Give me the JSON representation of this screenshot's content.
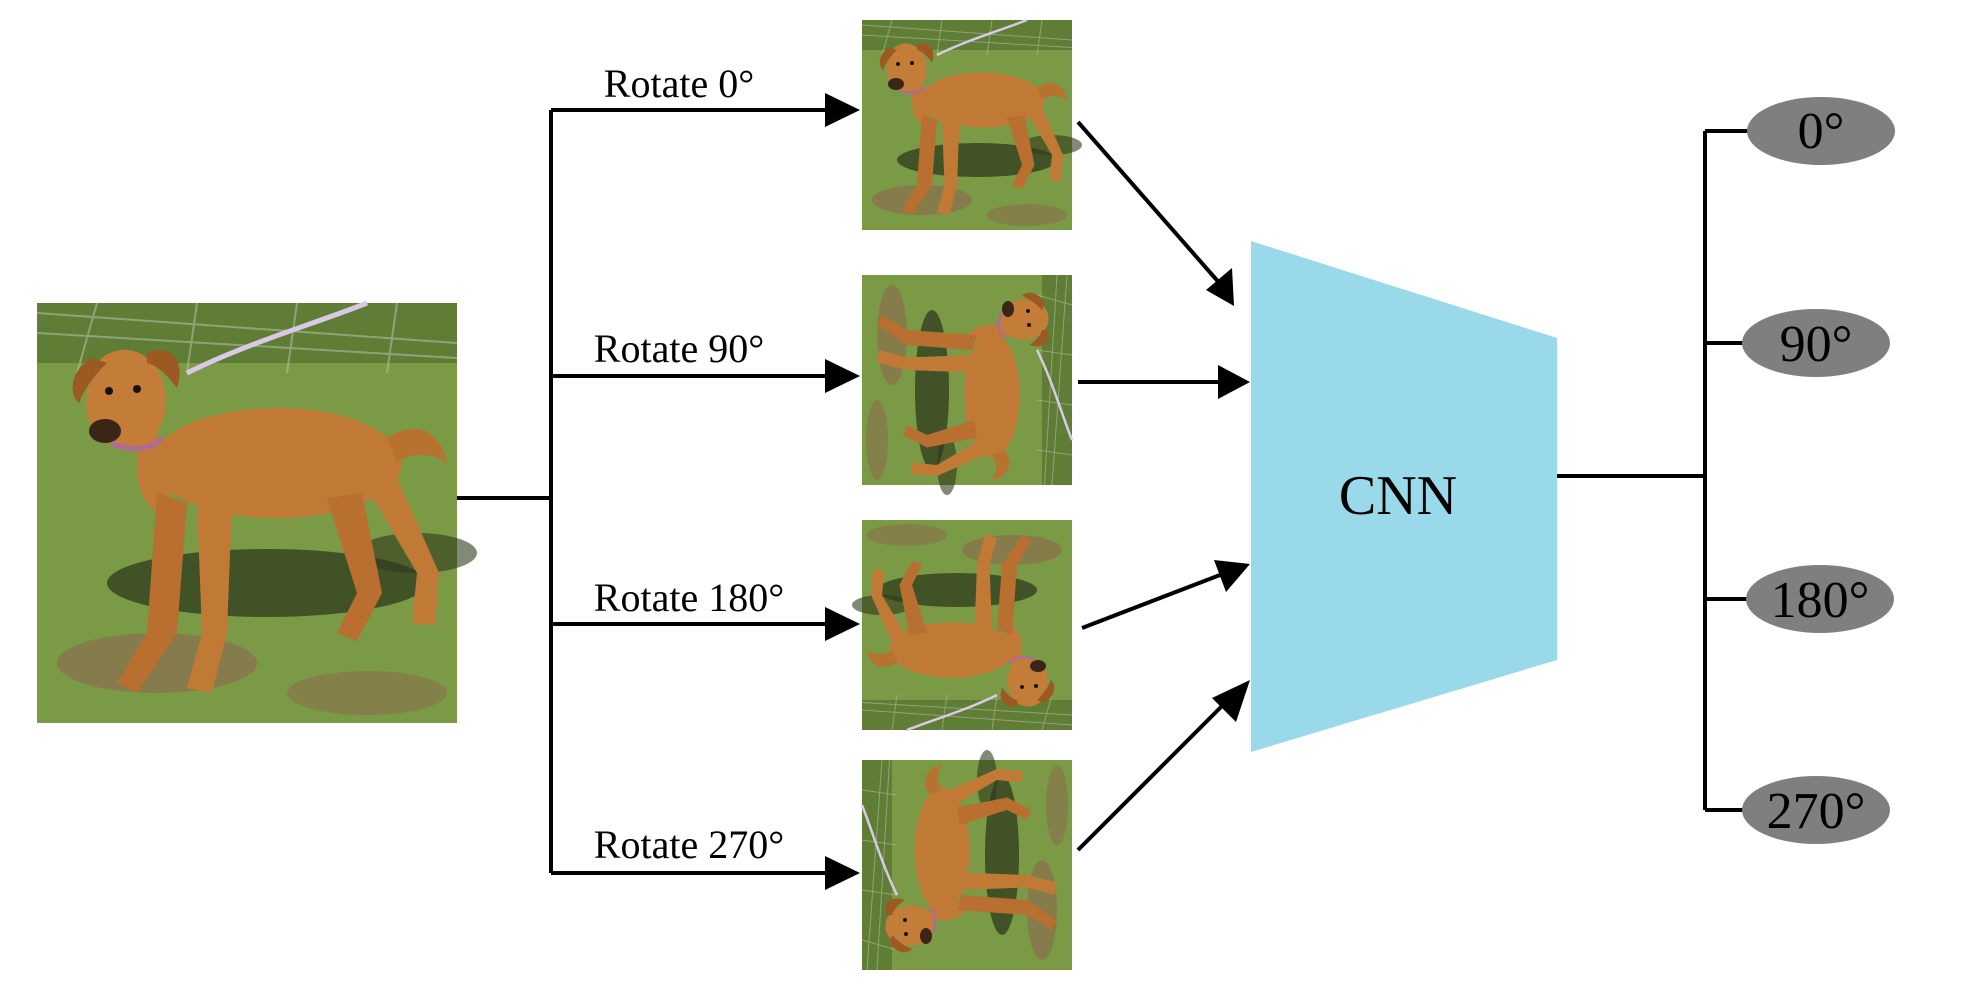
{
  "diagram": {
    "input_image": "dog-photo",
    "rotations": [
      {
        "label": "Rotate 0°"
      },
      {
        "label": "Rotate 90°"
      },
      {
        "label": "Rotate 180°"
      },
      {
        "label": "Rotate 270°"
      }
    ],
    "model": {
      "label": "CNN",
      "color": "#99d9ea"
    },
    "outputs": [
      {
        "label": "0°"
      },
      {
        "label": "90°"
      },
      {
        "label": "180°"
      },
      {
        "label": "270°"
      }
    ],
    "colors": {
      "line": "#000000",
      "output_ellipse": "#7f7f7f",
      "background": "#ffffff"
    }
  }
}
